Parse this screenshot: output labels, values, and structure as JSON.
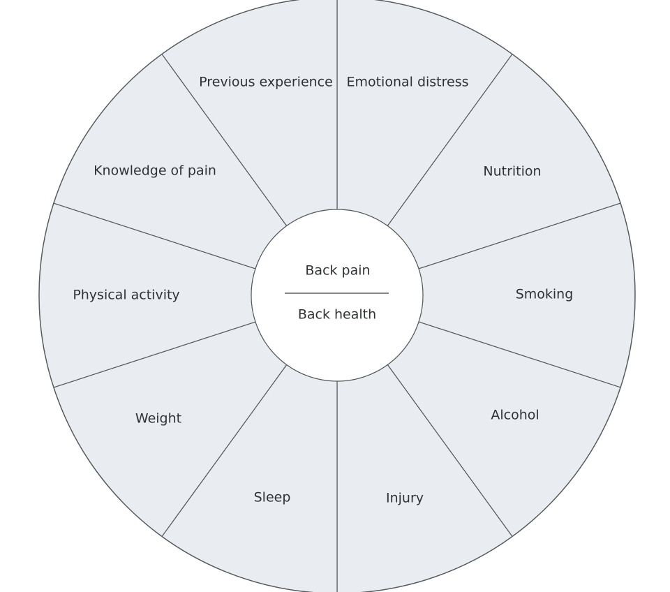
{
  "center": {
    "top_label": "Back pain",
    "bottom_label": "Back health"
  },
  "factors": [
    {
      "name": "previous-experience",
      "label": "Previous experience"
    },
    {
      "name": "emotional-distress",
      "label": "Emotional distress"
    },
    {
      "name": "nutrition",
      "label": "Nutrition"
    },
    {
      "name": "smoking",
      "label": "Smoking"
    },
    {
      "name": "alcohol",
      "label": "Alcohol"
    },
    {
      "name": "injury",
      "label": "Injury"
    },
    {
      "name": "sleep",
      "label": "Sleep"
    },
    {
      "name": "weight",
      "label": "Weight"
    },
    {
      "name": "physical-activity",
      "label": "Physical activity"
    },
    {
      "name": "knowledge-of-pain",
      "label": "Knowledge of pain"
    }
  ],
  "colors": {
    "sector_fill": "#e9edf1",
    "line": "#555a5e",
    "hub_fill": "#ffffff",
    "text": "#2f3235"
  }
}
